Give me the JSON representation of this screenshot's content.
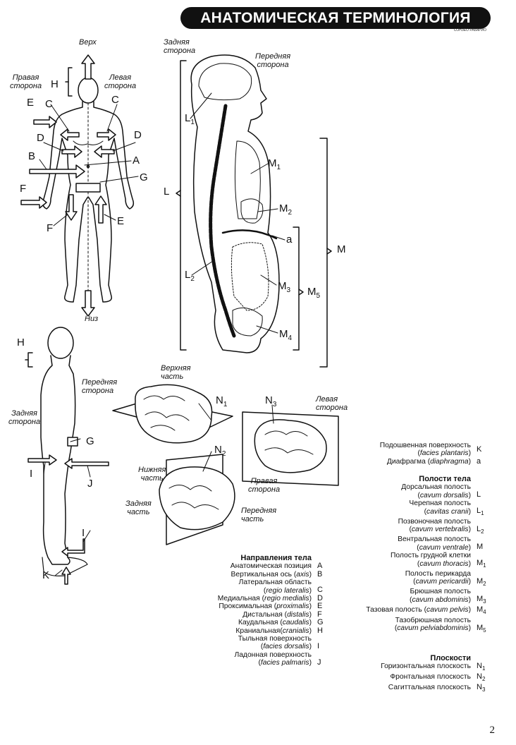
{
  "title": "АНАТОМИЧЕСКАЯ ТЕРМИНОЛОГИЯ",
  "title_sub": "СОНЗЕО РАБАРИО",
  "page_number": "2",
  "figure_labels": {
    "up": "Верх",
    "down": "Низ",
    "right_side": "Правая\nсторона",
    "left_side": "Левая\nсторона",
    "back_side": "Задняя\nсторона",
    "front_side": "Передняя\nсторона",
    "front_side2": "Передняя\nсторона",
    "back_side2": "Задняя\nсторона",
    "upper_part": "Верхняя\nчасть",
    "lower_part": "Нижняя\nчасть",
    "back_part": "Задняя\nчасть",
    "front_part": "Передняя\nчасть",
    "left_side2": "Левая\nсторона",
    "right_side2": "Правая\nсторона"
  },
  "letters": [
    "A",
    "B",
    "C",
    "C",
    "D",
    "D",
    "E",
    "E",
    "F",
    "F",
    "G",
    "G",
    "H",
    "H",
    "I",
    "I",
    "J",
    "K",
    "L",
    "M",
    "a"
  ],
  "body_directions": {
    "heading": "Направления тела",
    "items": [
      {
        "text": "Анатомическая позиция",
        "key": "A"
      },
      {
        "text": "Вертикальная ось (axis)",
        "key": "B"
      },
      {
        "text": "Латеральная область\n(regio lateralis)",
        "key": "C"
      },
      {
        "text": "Медиальная (regio medialis)",
        "key": "D"
      },
      {
        "text": "Проксимальная (proximalis)",
        "key": "E"
      },
      {
        "text": "Дистальная (distalis)",
        "key": "F"
      },
      {
        "text": "Каудальная (caudalis)",
        "key": "G"
      },
      {
        "text": "Краниальная(cranialis)",
        "key": "H"
      },
      {
        "text": "Тыльная поверхность\n(facies dorsalis)",
        "key": "I"
      },
      {
        "text": "Ладонная поверхность\n(facies palmaris)",
        "key": "J"
      }
    ]
  },
  "top_right": {
    "items": [
      {
        "text": "Подошвенная поверхность\n(facies plantaris)",
        "key": "K"
      },
      {
        "text": "Диафрагма (diaphragma)",
        "key": "a"
      }
    ]
  },
  "cavities": {
    "heading": "Полости тела",
    "items": [
      {
        "text": "Дорсальная полость\n(cavum dorsalis)",
        "key": "L"
      },
      {
        "text": "Черепная полость\n(cavitas cranii)",
        "key": "L1"
      },
      {
        "text": "Позвоночная полость\n(cavum vertebralis)",
        "key": "L2"
      },
      {
        "text": "Вентральная полость\n(cavum ventrale)",
        "key": "M"
      },
      {
        "text": "Полость грудной клетки\n(cavum thoracis)",
        "key": "M1"
      },
      {
        "text": "Полость перикарда\n(cavum pericardii)",
        "key": "M2"
      },
      {
        "text": "Брюшная полость\n(cavum abdominis)",
        "key": "M3"
      },
      {
        "text": "Тазовая полость (cavum pelvis)",
        "key": "M4"
      },
      {
        "text": "Тазобрюшная полость\n(cavum pelviabdominis)",
        "key": "M5"
      }
    ]
  },
  "planes": {
    "heading": "Плоскости",
    "items": [
      {
        "text": "Горизонтальная плоскость",
        "key": "N1"
      },
      {
        "text": "Фронтальная плоскость",
        "key": "N2"
      },
      {
        "text": "Сагиттальная плоскость",
        "key": "N3"
      }
    ]
  }
}
